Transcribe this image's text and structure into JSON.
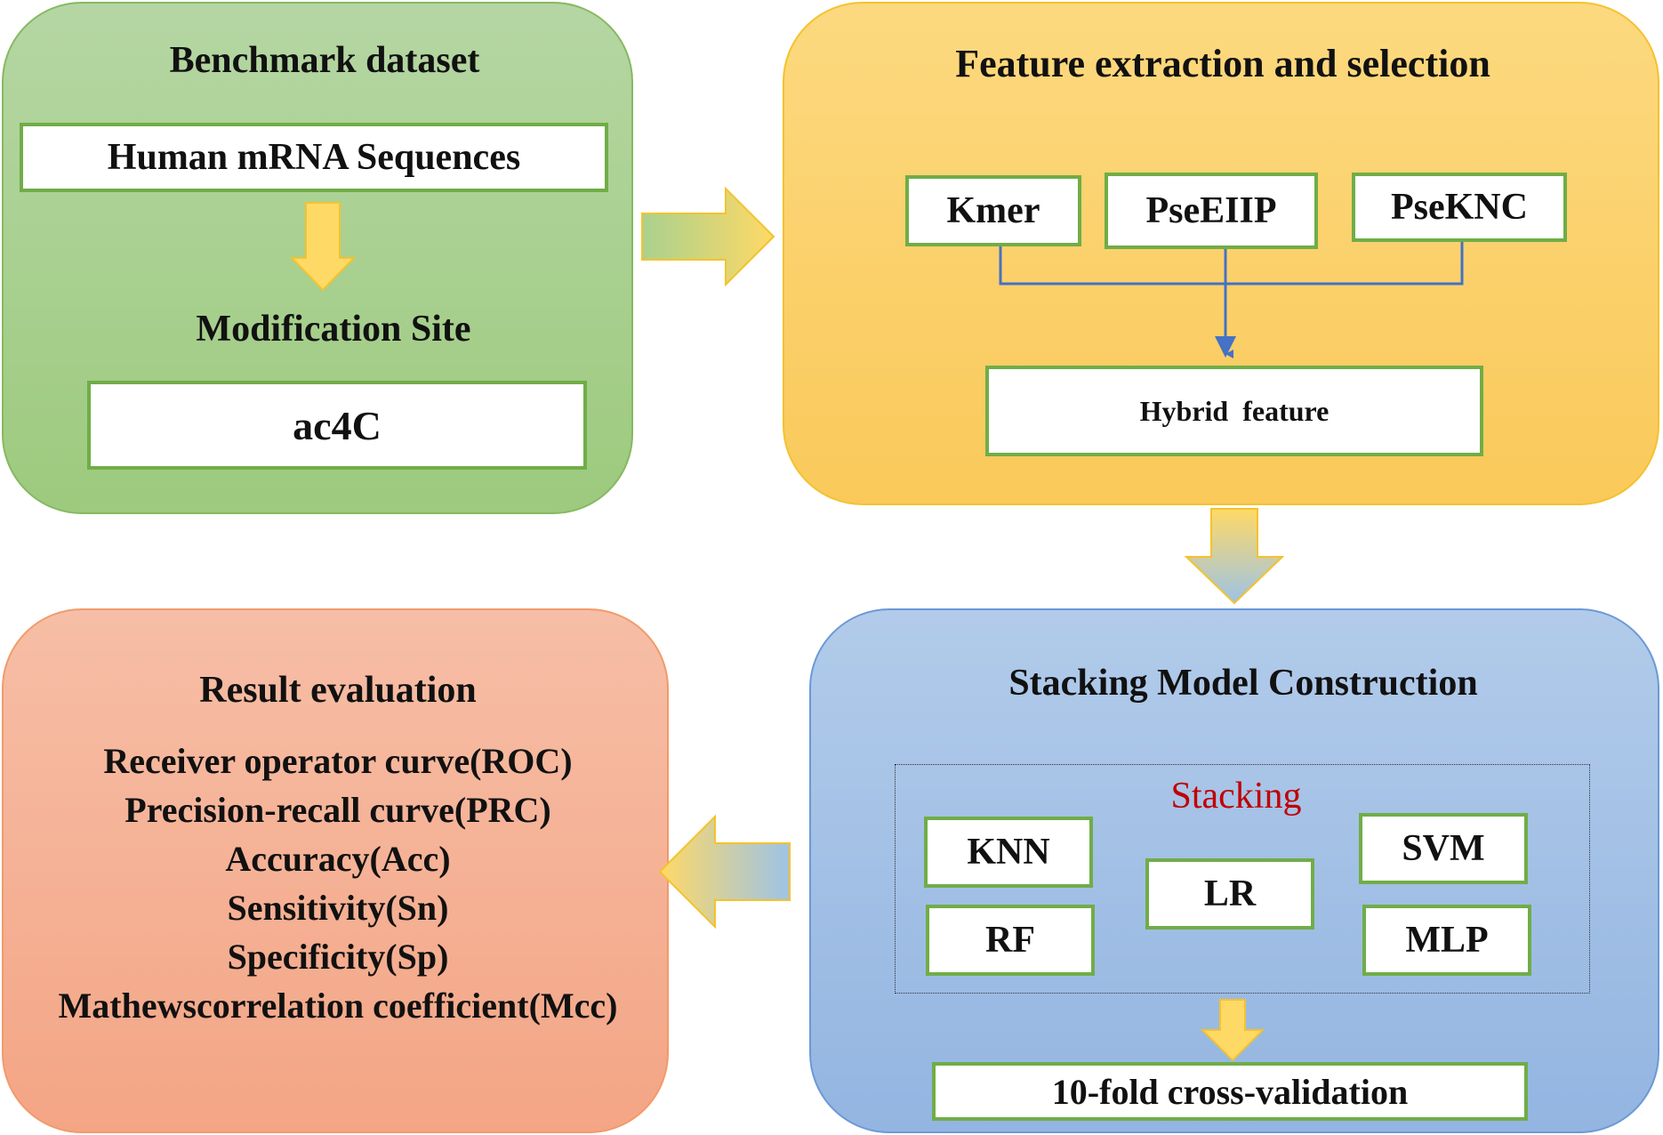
{
  "benchmark": {
    "title": "Benchmark dataset",
    "sequences_label": "Human mRNA Sequences",
    "site_title": "Modification Site",
    "site_label": "ac4C"
  },
  "feature": {
    "title": "Feature extraction and selection",
    "methods": [
      "Kmer",
      "PseEIIP",
      "PseKNC"
    ],
    "hybrid_label": "Hybrid  feature"
  },
  "stacking": {
    "title": "Stacking Model Construction",
    "region_label": "Stacking",
    "region_label_color": "#c00000",
    "models": [
      "KNN",
      "RF",
      "LR",
      "SVM",
      "MLP"
    ],
    "validation_label": "10-fold cross-validation"
  },
  "result": {
    "title": "Result evaluation",
    "metrics": [
      "Receiver operator curve(ROC)",
      "Precision-recall curve(PRC)",
      "Accuracy(Acc)",
      "Sensitivity(Sn)",
      "Specificity(Sp)",
      "Mathewscorrelation coefficient(Mcc)"
    ]
  },
  "colors": {
    "benchmark_panel": "#a9d18e",
    "feature_panel": "#ffd966",
    "stacking_panel": "#9dc3e6",
    "result_panel": "#f4b183",
    "box_border": "#70ad47",
    "connector": "#4472c4",
    "arrow_fill": "#ffd966"
  }
}
